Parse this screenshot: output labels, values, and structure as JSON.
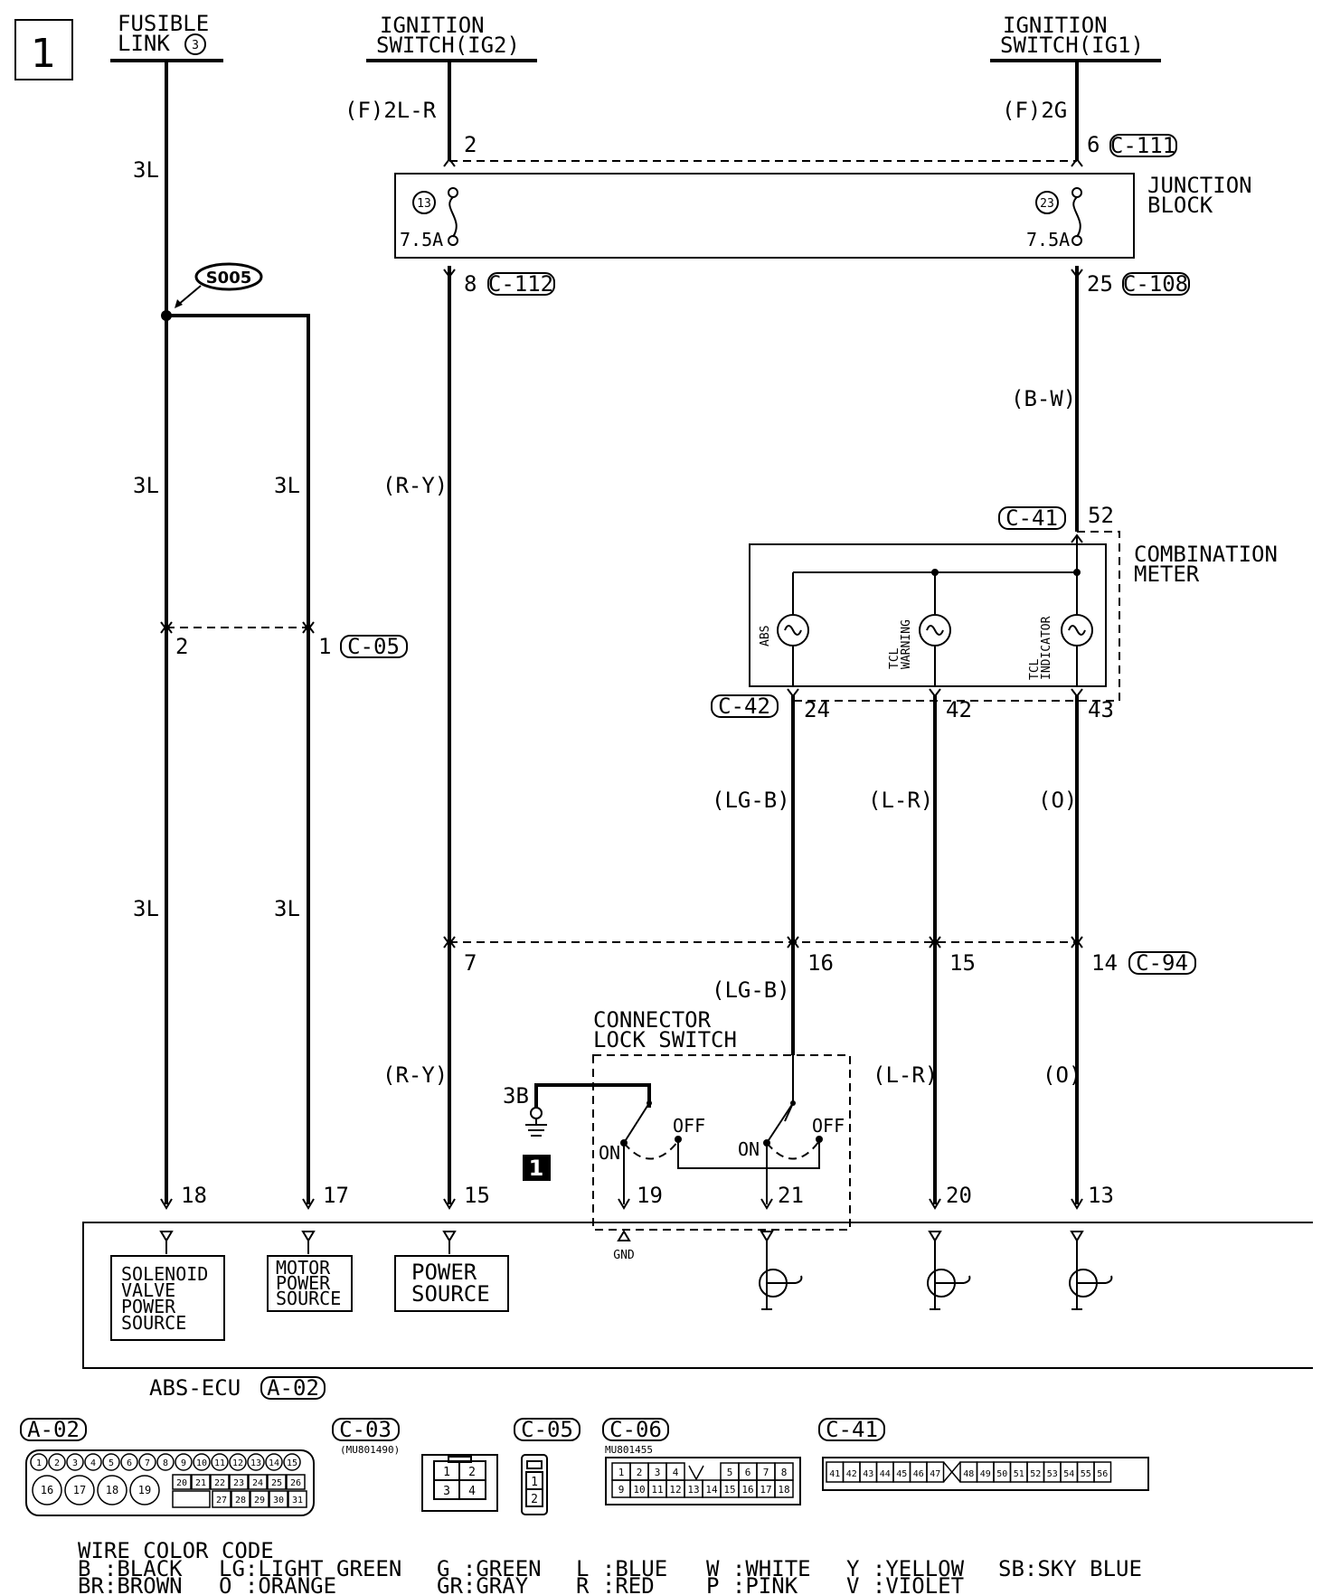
{
  "page_number": "1",
  "sources": {
    "fusible_link": [
      "FUSIBLE",
      "LINK"
    ],
    "fusible_link_number": "3",
    "ig2": [
      "IGNITION",
      "SWITCH(IG2)"
    ],
    "ig1": [
      "IGNITION",
      "SWITCH(IG1)"
    ]
  },
  "wires": {
    "w3L": "3L",
    "ig2_top": "(F)2L-R",
    "ig1_top": "(F)2G",
    "ry": "(R-Y)",
    "bw": "(B-W)",
    "lgb": "(LG-B)",
    "lr": "(L-R)",
    "o": "(O)",
    "gnd": "3B"
  },
  "junction_block": {
    "title": [
      "JUNCTION",
      "BLOCK"
    ],
    "fuse_left": "13",
    "fuse_right": "23",
    "rating": "7.5A"
  },
  "splice": "S005",
  "connectors": {
    "c111": "C-111",
    "c112": "C-112",
    "c108": "C-108",
    "c05": "C-05",
    "c41": "C-41",
    "c42": "C-42",
    "c94": "C-94",
    "a02": "A-02"
  },
  "pins": {
    "ig2_in": "2",
    "ig1_in": "6",
    "ig2_out": "8",
    "ig1_out": "25",
    "c05_left": "2",
    "c05_right": "1",
    "m52": "52",
    "m24": "24",
    "m42": "42",
    "m43": "43",
    "c94_7": "7",
    "c94_16": "16",
    "c94_15": "15",
    "c94_14": "14",
    "e18": "18",
    "e17": "17",
    "e15": "15",
    "e19": "19",
    "e21": "21",
    "e20": "20",
    "e13": "13"
  },
  "combination_meter": {
    "title": [
      "COMBINATION",
      "METER"
    ],
    "abs": "ABS",
    "tcl_warning": [
      "TCL",
      "WARNING"
    ],
    "tcl_indicator": [
      "TCL",
      "INDICATOR"
    ]
  },
  "lock_switch": {
    "title": [
      "CONNECTOR",
      "LOCK SWITCH"
    ],
    "on": "ON",
    "off": "OFF",
    "ground_ref": "1"
  },
  "ecu": {
    "name": "ABS-ECU",
    "solenoid": [
      "SOLENOID",
      "VALVE",
      "POWER",
      "SOURCE"
    ],
    "motor": [
      "MOTOR",
      "POWER",
      "SOURCE"
    ],
    "power": [
      "POWER",
      "SOURCE"
    ],
    "gnd": "GND"
  },
  "connector_views": {
    "a02": {
      "label": "A-02",
      "top_row": [
        "1",
        "2",
        "3",
        "4",
        "5",
        "6",
        "7",
        "8",
        "9",
        "10",
        "11",
        "12",
        "13",
        "14",
        "15"
      ],
      "big": [
        "16",
        "17",
        "18",
        "19"
      ],
      "mid": [
        "20",
        "21",
        "22",
        "23",
        "24",
        "25",
        "26"
      ],
      "low": [
        "27",
        "28",
        "29",
        "30",
        "31"
      ]
    },
    "c03": {
      "label": "C-03",
      "part": "(MU801490)",
      "pins": [
        "1",
        "2",
        "3",
        "4"
      ]
    },
    "c05": {
      "label": "C-05",
      "pins": [
        "1",
        "2"
      ]
    },
    "c06": {
      "label": "C-06",
      "part": "MU801455",
      "row1": [
        "1",
        "2",
        "3",
        "4",
        "5",
        "6",
        "7",
        "8"
      ],
      "row2": [
        "9",
        "10",
        "11",
        "12",
        "13",
        "14",
        "15",
        "16",
        "17",
        "18"
      ]
    },
    "c41": {
      "label": "C-41",
      "pins_a": [
        "41",
        "42",
        "43",
        "44",
        "45",
        "46",
        "47"
      ],
      "pins_b": [
        "48",
        "49",
        "50",
        "51",
        "52",
        "53",
        "54",
        "55",
        "56"
      ]
    }
  },
  "legend": {
    "title": "WIRE COLOR CODE",
    "row1": [
      "B :BLACK",
      "LG:LIGHT GREEN",
      "G :GREEN",
      "L :BLUE",
      "W :WHITE",
      "Y :YELLOW",
      "SB:SKY BLUE"
    ],
    "row2": [
      "BR:BROWN",
      "O :ORANGE",
      "GR:GRAY",
      "R :RED",
      "P :PINK",
      "V :VIOLET"
    ]
  }
}
